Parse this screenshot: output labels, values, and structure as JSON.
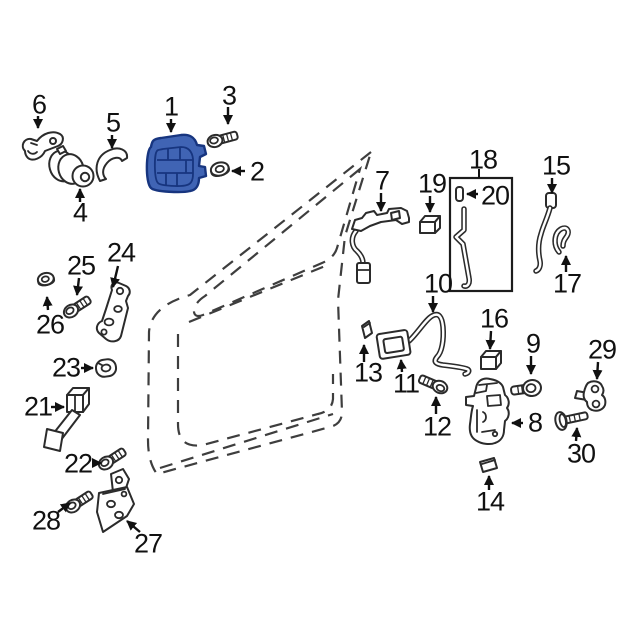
{
  "diagram": {
    "background_color": "#ffffff",
    "line_color": "#2b2b2b",
    "door_outline_color": "#3e3e3e",
    "highlight_fill": "#4064b4",
    "highlight_stroke": "#17357f",
    "callouts": {
      "c1": "1",
      "c2": "2",
      "c3": "3",
      "c4": "4",
      "c5": "5",
      "c6": "6",
      "c7": "7",
      "c8": "8",
      "c9": "9",
      "c10": "10",
      "c11": "11",
      "c12": "12",
      "c13": "13",
      "c14": "14",
      "c15": "15",
      "c16": "16",
      "c17": "17",
      "c18": "18",
      "c19": "19",
      "c20": "20",
      "c21": "21",
      "c22": "22",
      "c23": "23",
      "c24": "24",
      "c25": "25",
      "c26": "26",
      "c27": "27",
      "c28": "28",
      "c29": "29",
      "c30": "30"
    }
  }
}
